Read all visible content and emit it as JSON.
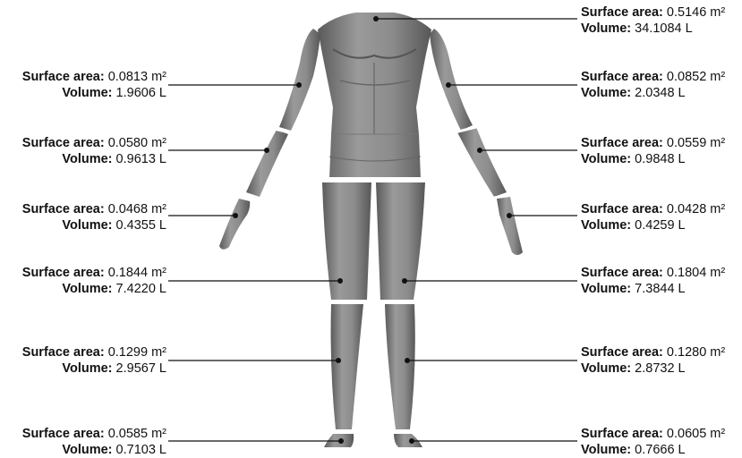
{
  "labels": {
    "area_prefix": "Surface area:",
    "volume_prefix": "Volume:"
  },
  "segments": [
    {
      "id": "torso",
      "side": "right",
      "area": "0.5146 m²",
      "volume": "34.1084 L"
    },
    {
      "id": "left-upper-arm",
      "side": "left",
      "area": "0.0813 m²",
      "volume": "1.9606 L"
    },
    {
      "id": "right-upper-arm",
      "side": "right",
      "area": "0.0852 m²",
      "volume": "2.0348 L"
    },
    {
      "id": "left-forearm",
      "side": "left",
      "area": "0.0580 m²",
      "volume": "0.9613 L"
    },
    {
      "id": "right-forearm",
      "side": "right",
      "area": "0.0559 m²",
      "volume": "0.9848 L"
    },
    {
      "id": "left-hand",
      "side": "left",
      "area": "0.0468 m²",
      "volume": "0.4355 L"
    },
    {
      "id": "right-hand",
      "side": "right",
      "area": "0.0428 m²",
      "volume": "0.4259 L"
    },
    {
      "id": "left-thigh",
      "side": "left",
      "area": "0.1844 m²",
      "volume": "7.4220 L"
    },
    {
      "id": "right-thigh",
      "side": "right",
      "area": "0.1804 m²",
      "volume": "7.3844 L"
    },
    {
      "id": "left-lower-leg",
      "side": "left",
      "area": "0.1299 m²",
      "volume": "2.9567 L"
    },
    {
      "id": "right-lower-leg",
      "side": "right",
      "area": "0.1280 m²",
      "volume": "2.8732 L"
    },
    {
      "id": "left-foot",
      "side": "left",
      "area": "0.0585 m²",
      "volume": "0.7103 L"
    },
    {
      "id": "right-foot",
      "side": "right",
      "area": "0.0605 m²",
      "volume": "0.7666 L"
    }
  ],
  "colors": {
    "body": "#7d7d7d",
    "body_light": "#a8a8a8",
    "body_dark": "#4e4e4e",
    "line": "#111111",
    "gap": "#ffffff"
  }
}
